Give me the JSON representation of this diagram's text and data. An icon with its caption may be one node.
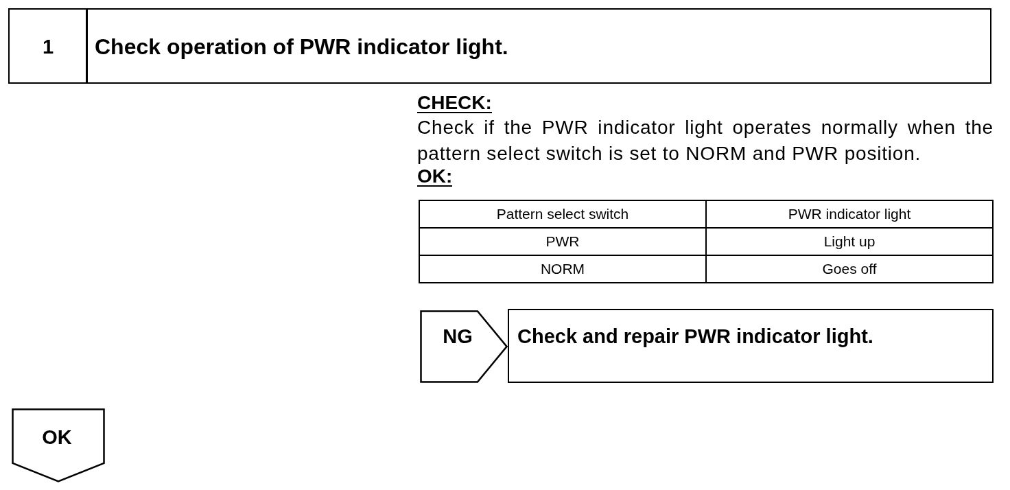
{
  "diagram": {
    "nodes": [
      {
        "text": [
          "1",
          "Check operation of PWR indicator light."
        ]
      },
      {
        "text": [
          "NG"
        ]
      },
      {
        "text": [
          "Check and repair PWR indicator light."
        ]
      },
      {
        "text": [
          "OK"
        ]
      }
    ],
    "labels": [
      "CHECK:",
      "Check if the PWR indicator light operates normally when the pattern select switch is set to NORM and PWR position.",
      "OK:",
      "Pattern select switch",
      "PWR indicator light",
      "PWR",
      "Light up",
      "NORM",
      "Goes off"
    ]
  }
}
